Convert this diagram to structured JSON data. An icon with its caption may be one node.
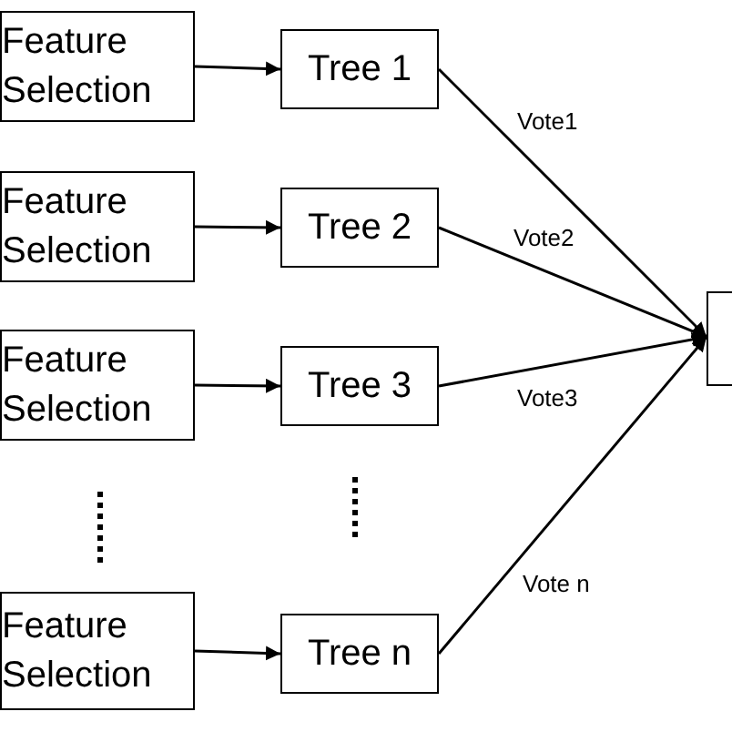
{
  "diagram": {
    "nodes": [
      {
        "text": [
          "Feature Selection"
        ]
      },
      {
        "text": [
          "Tree 1"
        ]
      },
      {
        "text": [
          "Feature Selection"
        ]
      },
      {
        "text": [
          "Tree 2"
        ]
      },
      {
        "text": [
          "Feature Selection"
        ]
      },
      {
        "text": [
          "Tree 3"
        ]
      },
      {
        "text": [
          "Feature Selection"
        ]
      },
      {
        "text": [
          "Tree n"
        ]
      },
      {
        "text": [],
        "shape": "box"
      }
    ],
    "edges": [
      {
        "from": 0,
        "to": 1,
        "arrow": "to"
      },
      {
        "from": 2,
        "to": 3,
        "arrow": "to"
      },
      {
        "from": 4,
        "to": 5,
        "arrow": "to"
      },
      {
        "from": 6,
        "to": 7,
        "arrow": "to"
      },
      {
        "from": 1,
        "to": 8,
        "arrow": "to",
        "label": "Vote1"
      },
      {
        "from": 3,
        "to": 8,
        "arrow": "to",
        "label": "Vote2"
      },
      {
        "from": 5,
        "to": 8,
        "arrow": "to",
        "label": "Vote3"
      },
      {
        "from": 7,
        "to": 8,
        "arrow": "to",
        "label": "Vote n"
      }
    ]
  }
}
